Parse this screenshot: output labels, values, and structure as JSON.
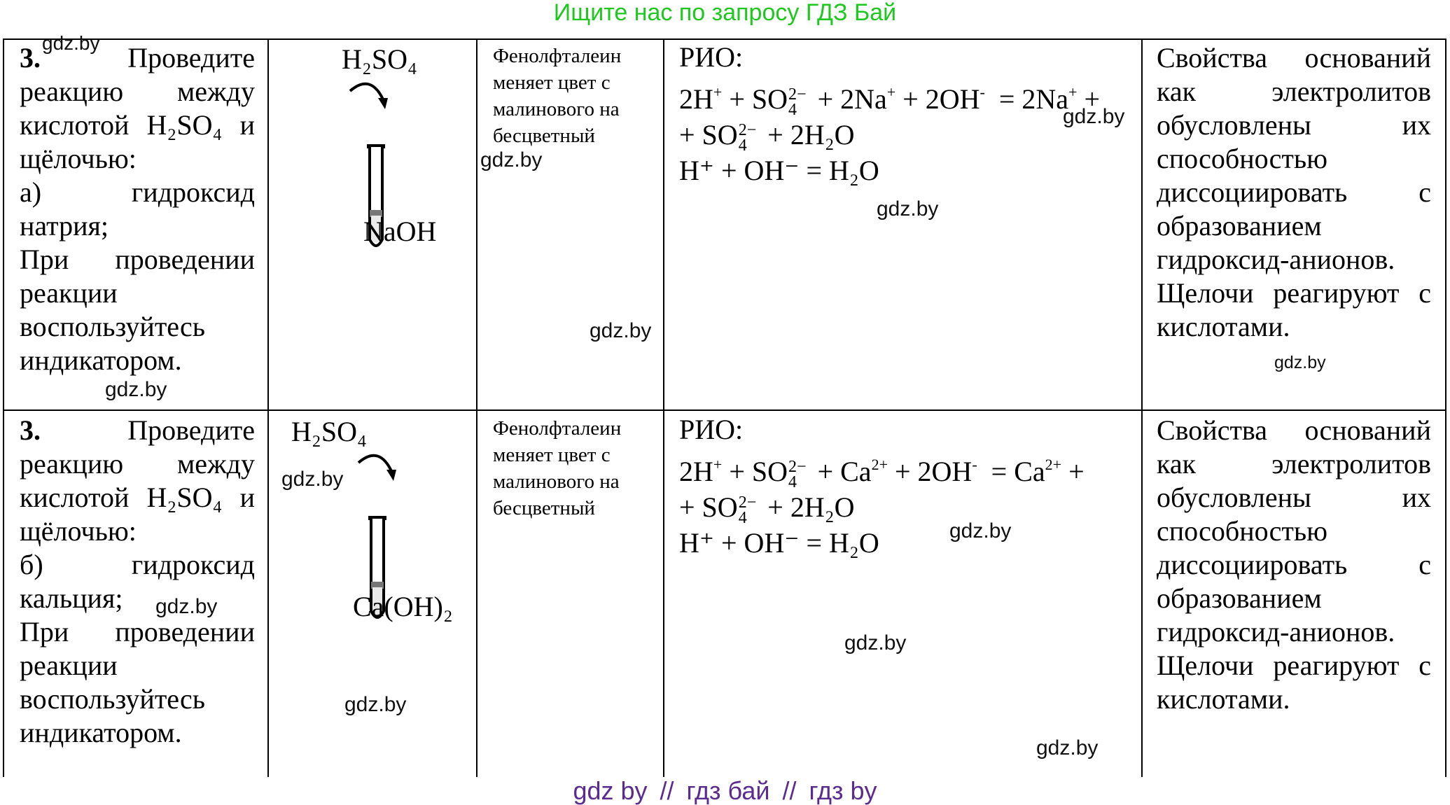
{
  "banner_top": "Ищите нас по запросу ГДЗ Бай",
  "banner_bottom": {
    "part1": "gdz by",
    "sep": "//",
    "part2": "гдз бай",
    "part3": "гдз by"
  },
  "watermark": "gdz.by",
  "rows": [
    {
      "task_num": "3.",
      "task_text": "Проведите реакцию между кислотой H₂SO₄ и щёлочью:",
      "task_item": "а) гидроксид натрия;",
      "task_hint": "При проведении реакции воспользуйтесь индикатором.",
      "reagent_top": "H₂SO₄",
      "reagent_bottom": "NaOH",
      "observation": "Фенолфталеин меняет цвет с малинового на бесцветный",
      "equation_title": "РИО:",
      "eq1_cation": "Na",
      "eq1_cation_charge": "+",
      "eq_product": "2H₂O",
      "eq_short": "H⁺ + OH⁻ = H₂O",
      "properties": "Свойства оснований как электролитов обусловлены их способностью диссоциировать с образованием гидроксид-анионов. Щелочи реагируют с кислотами."
    },
    {
      "task_num": "3.",
      "task_text": "Проведите реакцию между кислотой H₂SO₄ и щёлочью:",
      "task_item": "б) гидроксид кальция;",
      "task_hint": "При проведении реакции воспользуйтесь индикатором.",
      "reagent_top": "H₂SO₄",
      "reagent_bottom": "Ca(OH)₂",
      "observation": "Фенолфталеин меняет цвет с малинового на бесцветный",
      "equation_title": "РИО:",
      "eq1_cation": "Ca",
      "eq1_cation_charge": "2+",
      "eq_product": "2H₂O",
      "eq_short": "H⁺ + OH⁻ = H₂O",
      "properties": "Свойства оснований как электролитов обусловлены их способностью диссоциировать с образованием гидроксид-анионов. Щелочи реагируют с кислотами."
    }
  ],
  "colors": {
    "banner_top": "#1ec81e",
    "banner_bottom": "#5b2c8f"
  },
  "icons": [
    "test-tube-icon",
    "curved-arrow-icon"
  ]
}
